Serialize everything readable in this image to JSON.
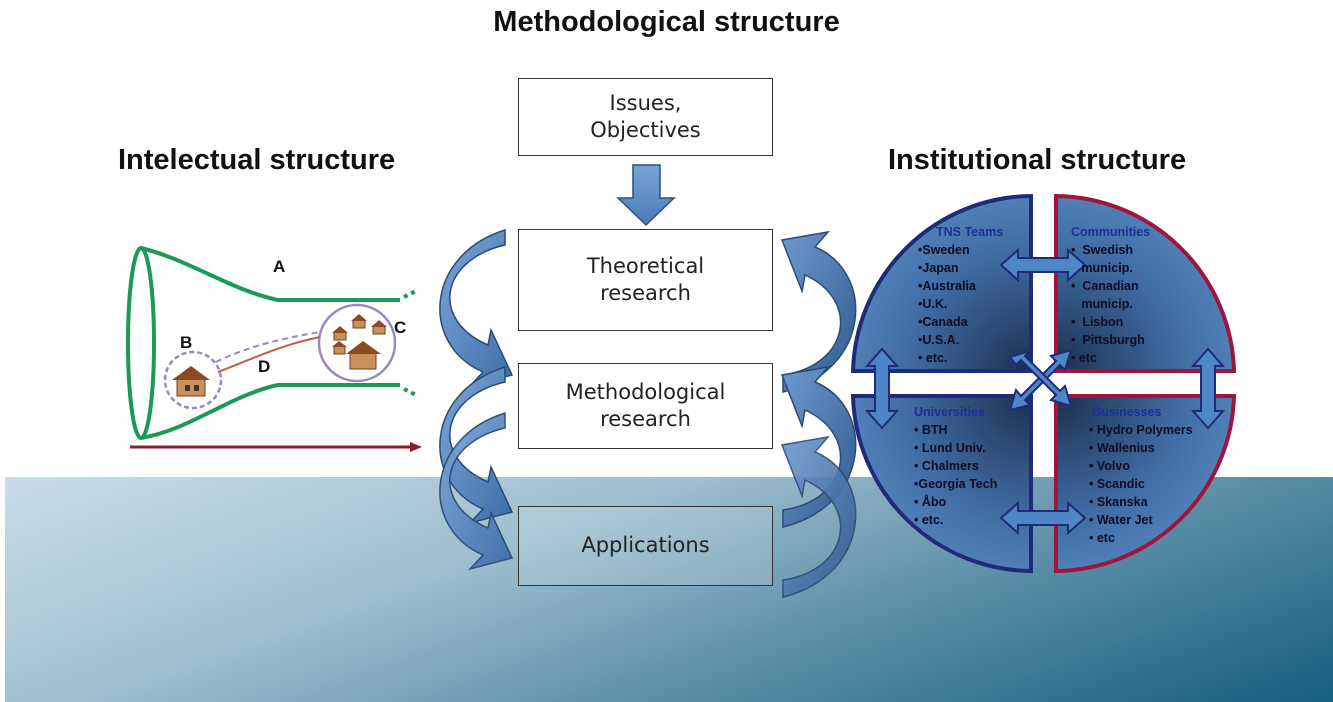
{
  "headings": {
    "methodological": "Methodological structure",
    "intellectual": "Intelectual structure",
    "institutional": "Institutional structure"
  },
  "flow": {
    "issues": "Issues,\nObjectives",
    "theoretical": "Theoretical\nresearch",
    "methodological": "Methodological\nresearch",
    "applications": "Applications"
  },
  "funnel": {
    "label_a": "A",
    "label_b": "B",
    "label_c": "C",
    "label_d": "D"
  },
  "quadrants": {
    "tns_teams": {
      "title": "TNS Teams",
      "items": [
        "•Sweden",
        "•Japan",
        "•Australia",
        "•U.K.",
        "•Canada",
        "•U.S.A.",
        "• etc."
      ]
    },
    "communities": {
      "title": "Communities",
      "items": [
        "•  Swedish",
        "   municip.",
        "•  Canadian",
        "   municip.",
        "•  Lisbon",
        "•  Pittsburgh",
        "• etc"
      ]
    },
    "universities": {
      "title": "Universities",
      "items": [
        "• BTH",
        "• Lund Univ.",
        "• Chalmers",
        "•Georgia Tech",
        "• Åbo",
        "• etc."
      ]
    },
    "businesses": {
      "title": "Businesses",
      "items": [
        "• Hydro Polymers",
        "• Wallenius",
        "• Volvo",
        "• Scandic",
        "• Skanska",
        "• Water Jet",
        "• etc"
      ]
    }
  },
  "colors": {
    "quadrant_fill": "#4d7fb8",
    "quadrant_dark": "#1c2f4e",
    "navy_border": "#1f2a78",
    "crimson_border": "#a0143c",
    "title_blue": "#1c2f9a",
    "funnel_green": "#1a9a54",
    "arrow_blue": "#5a8fc8"
  }
}
